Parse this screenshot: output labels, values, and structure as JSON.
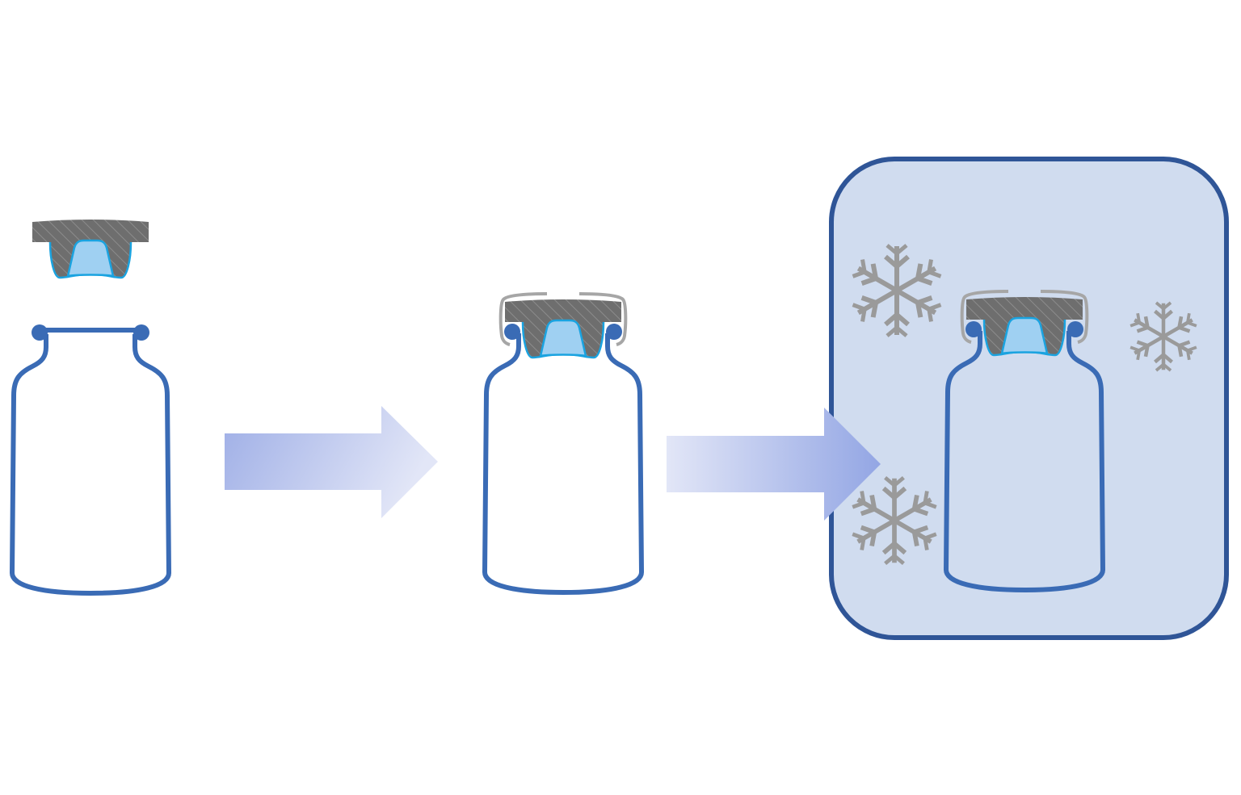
{
  "colors": {
    "vial_outline": "#3a6bb5",
    "stopper": "#6e6e6e",
    "stopper_core": "#9fd0f2",
    "stopper_edge": "#1aa3e0",
    "cap_outline": "#a6a6a6",
    "freezer_fill": "#d0dcef",
    "freezer_border": "#2f5597",
    "arrow_dark": "#9eaee6",
    "arrow_light": "#e2e6f7",
    "snowflake": "#9a9a9a"
  },
  "icons": [
    "vial-icon",
    "stopper-icon",
    "arrow-right-icon",
    "snowflake-icon"
  ],
  "steps": [
    {
      "state": "vial and separate stopper"
    },
    {
      "state": "stoppered vial"
    },
    {
      "state": "stoppered vial in freezer"
    }
  ]
}
